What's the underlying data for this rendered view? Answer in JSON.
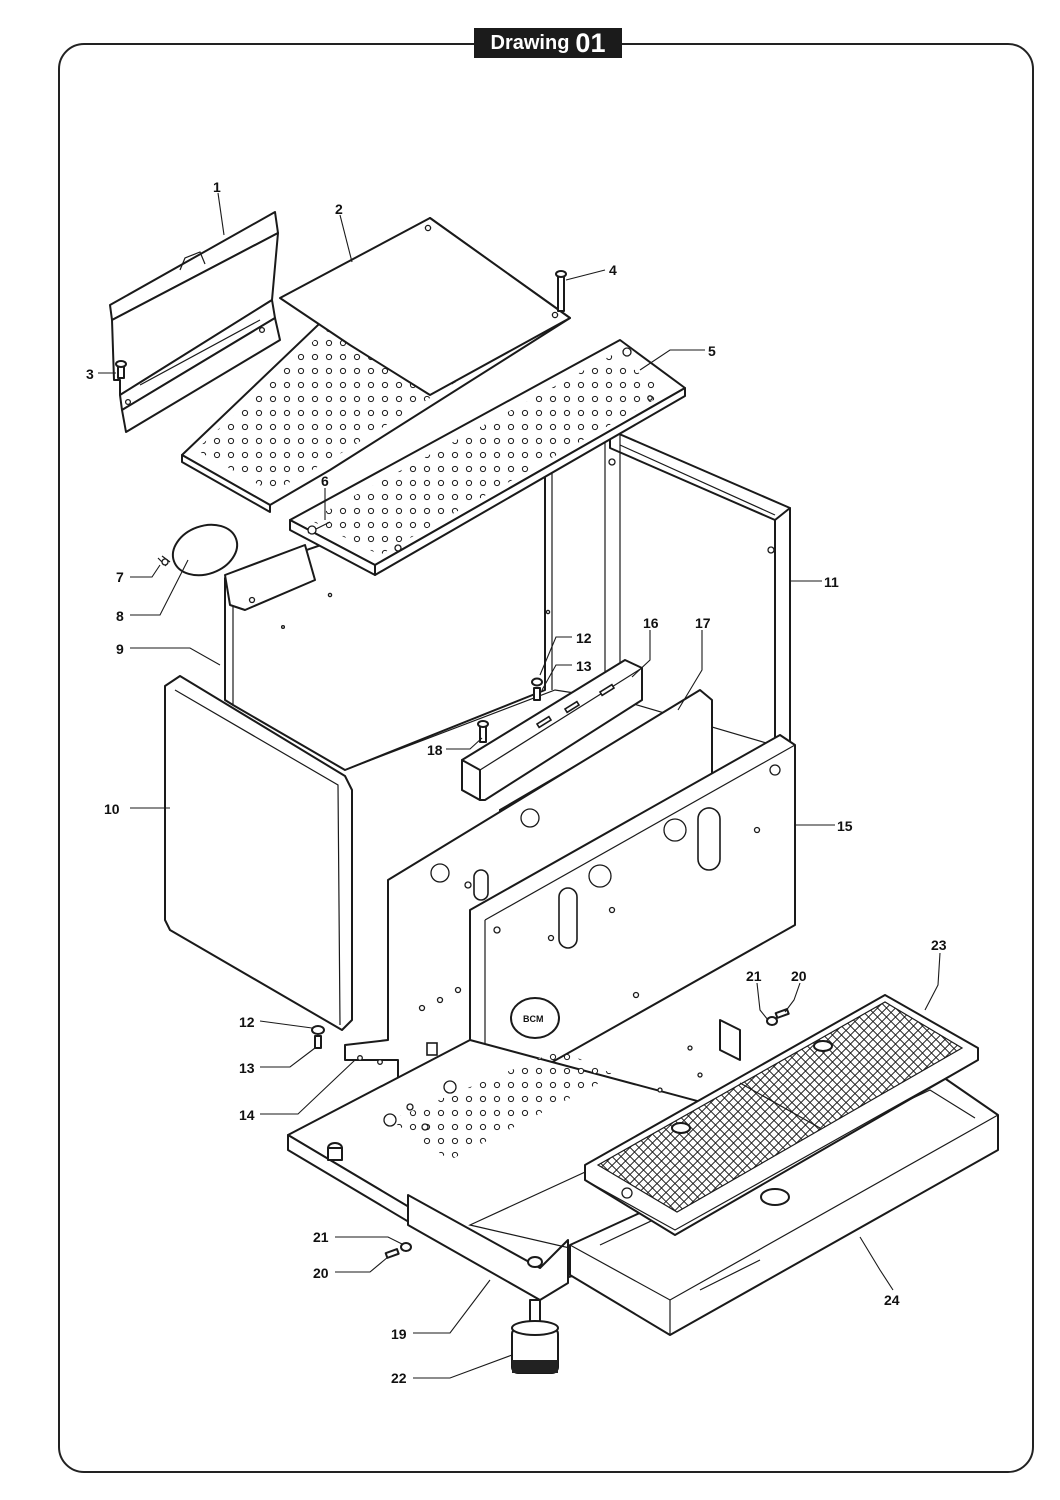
{
  "title": {
    "word": "Drawing",
    "number": "01"
  },
  "logo": "BCM",
  "callouts": [
    "1",
    "2",
    "3",
    "4",
    "5",
    "6",
    "7",
    "8",
    "9",
    "10",
    "11",
    "12",
    "13",
    "16",
    "17",
    "18",
    "14",
    "15",
    "12",
    "13",
    "21",
    "20",
    "23",
    "21",
    "20",
    "19",
    "22",
    "24"
  ]
}
